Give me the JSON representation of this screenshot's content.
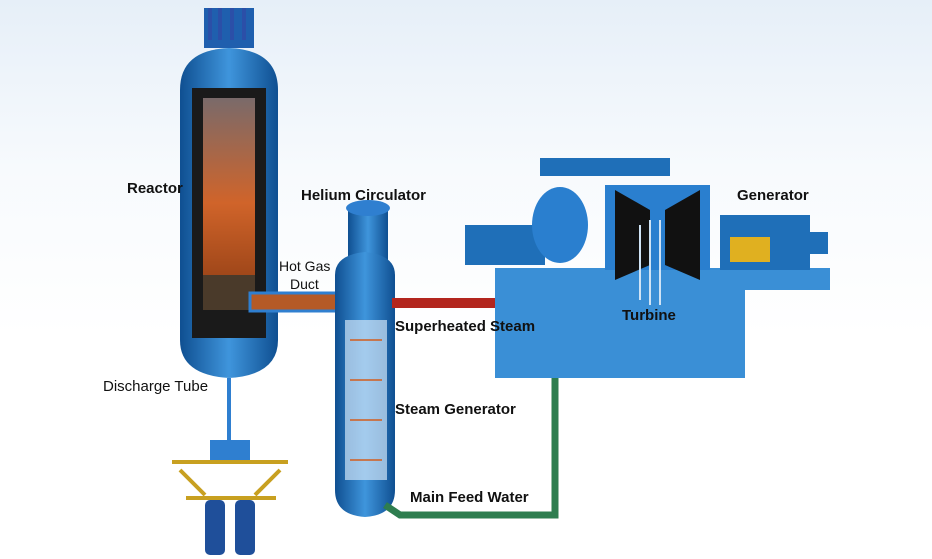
{
  "title": "High-temperature gas-cooled reactor steam cycle",
  "labels": {
    "reactor": "Reactor",
    "helium_circulator": "Helium Circulator",
    "hot_gas_duct_line1": "Hot Gas",
    "hot_gas_duct_line2": "Duct",
    "generator": "Generator",
    "turbine": "Turbine",
    "superheated_steam": "Superheated Steam",
    "steam_generator": "Steam Generator",
    "discharge_tube": "Discharge Tube",
    "main_feed_water": "Main Feed Water"
  },
  "colors": {
    "vessel": "#1f6fb8",
    "platform": "#3a8fd6",
    "core": "#c0521e",
    "steam_pipe": "#b3261e",
    "feed_pipe": "#2e7d4f",
    "generator_core": "#e0b020"
  }
}
